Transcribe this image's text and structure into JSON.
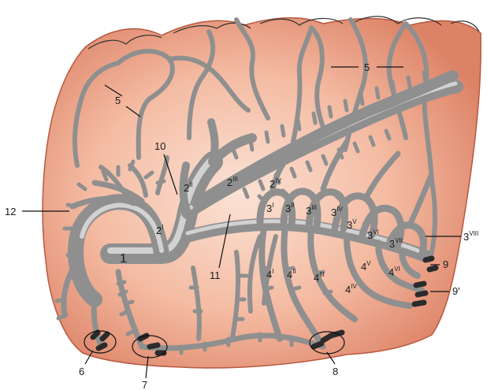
{
  "colors": {
    "tissue_light": "#f8d2bf",
    "tissue_mid": "#eea68b",
    "tissue_edge": "#c9694f",
    "vessel": "#8f8f8f",
    "vessel_highlight": "#ededed",
    "vessel_dark_end": "#2b2b2b",
    "label": "#1a1a1a"
  },
  "labels": {
    "l1": {
      "main": "1",
      "sup": ""
    },
    "l2i": {
      "main": "2",
      "sup": "I"
    },
    "l2ii": {
      "main": "2",
      "sup": "II"
    },
    "l2iii": {
      "main": "2",
      "sup": "III"
    },
    "l2iv": {
      "main": "2",
      "sup": "IV"
    },
    "l3i": {
      "main": "3",
      "sup": "I"
    },
    "l3ii": {
      "main": "3",
      "sup": "II"
    },
    "l3iii": {
      "main": "3",
      "sup": "III"
    },
    "l3iv": {
      "main": "3",
      "sup": "IV"
    },
    "l3v": {
      "main": "3",
      "sup": "V"
    },
    "l3vi": {
      "main": "3",
      "sup": "VI"
    },
    "l3vii": {
      "main": "3",
      "sup": "VII"
    },
    "l3viii": {
      "main": "3",
      "sup": "VIII"
    },
    "l4i": {
      "main": "4",
      "sup": "I"
    },
    "l4ii": {
      "main": "4",
      "sup": "II"
    },
    "l4iii": {
      "main": "4",
      "sup": "III"
    },
    "l4iv": {
      "main": "4",
      "sup": "IV"
    },
    "l4v": {
      "main": "4",
      "sup": "V"
    },
    "l4vi": {
      "main": "4",
      "sup": "VI"
    },
    "l5a": {
      "main": "5",
      "sup": ""
    },
    "l5b": {
      "main": "5",
      "sup": ""
    },
    "l6": {
      "main": "6",
      "sup": ""
    },
    "l7": {
      "main": "7",
      "sup": ""
    },
    "l8": {
      "main": "8",
      "sup": ""
    },
    "l9": {
      "main": "9",
      "sup": ""
    },
    "l9p": {
      "main": "9'",
      "sup": ""
    },
    "l10": {
      "main": "10",
      "sup": ""
    },
    "l11": {
      "main": "11",
      "sup": ""
    },
    "l12": {
      "main": "12",
      "sup": ""
    }
  }
}
